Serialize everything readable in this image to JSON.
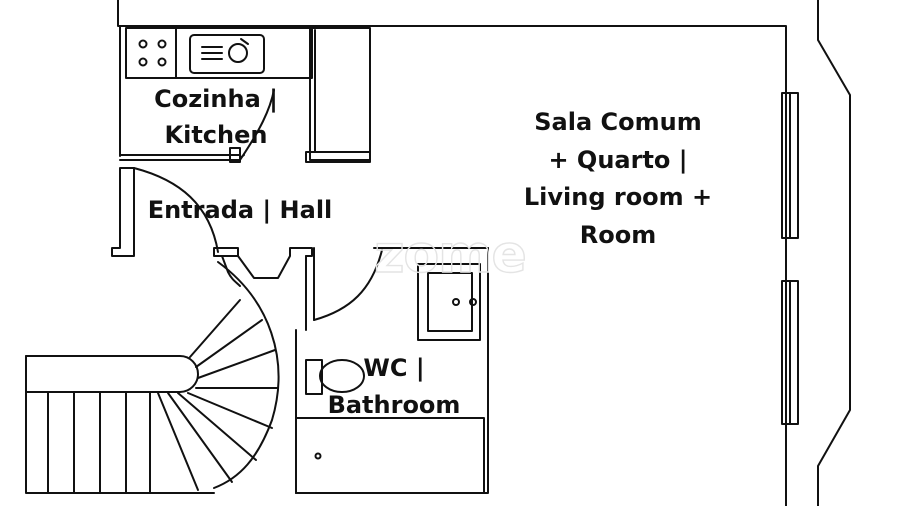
{
  "watermark": "zome",
  "rooms": {
    "kitchen": [
      "Cozinha |",
      "Kitchen"
    ],
    "hall": [
      "Entrada | Hall"
    ],
    "living": [
      "Sala Comum",
      "+ Quarto |",
      "Living room +",
      "Room"
    ],
    "wc": [
      "WC |",
      "Bathroom"
    ]
  },
  "colors": {
    "line": "#111111",
    "background": "#ffffff",
    "watermark": "#e4e4e4"
  }
}
